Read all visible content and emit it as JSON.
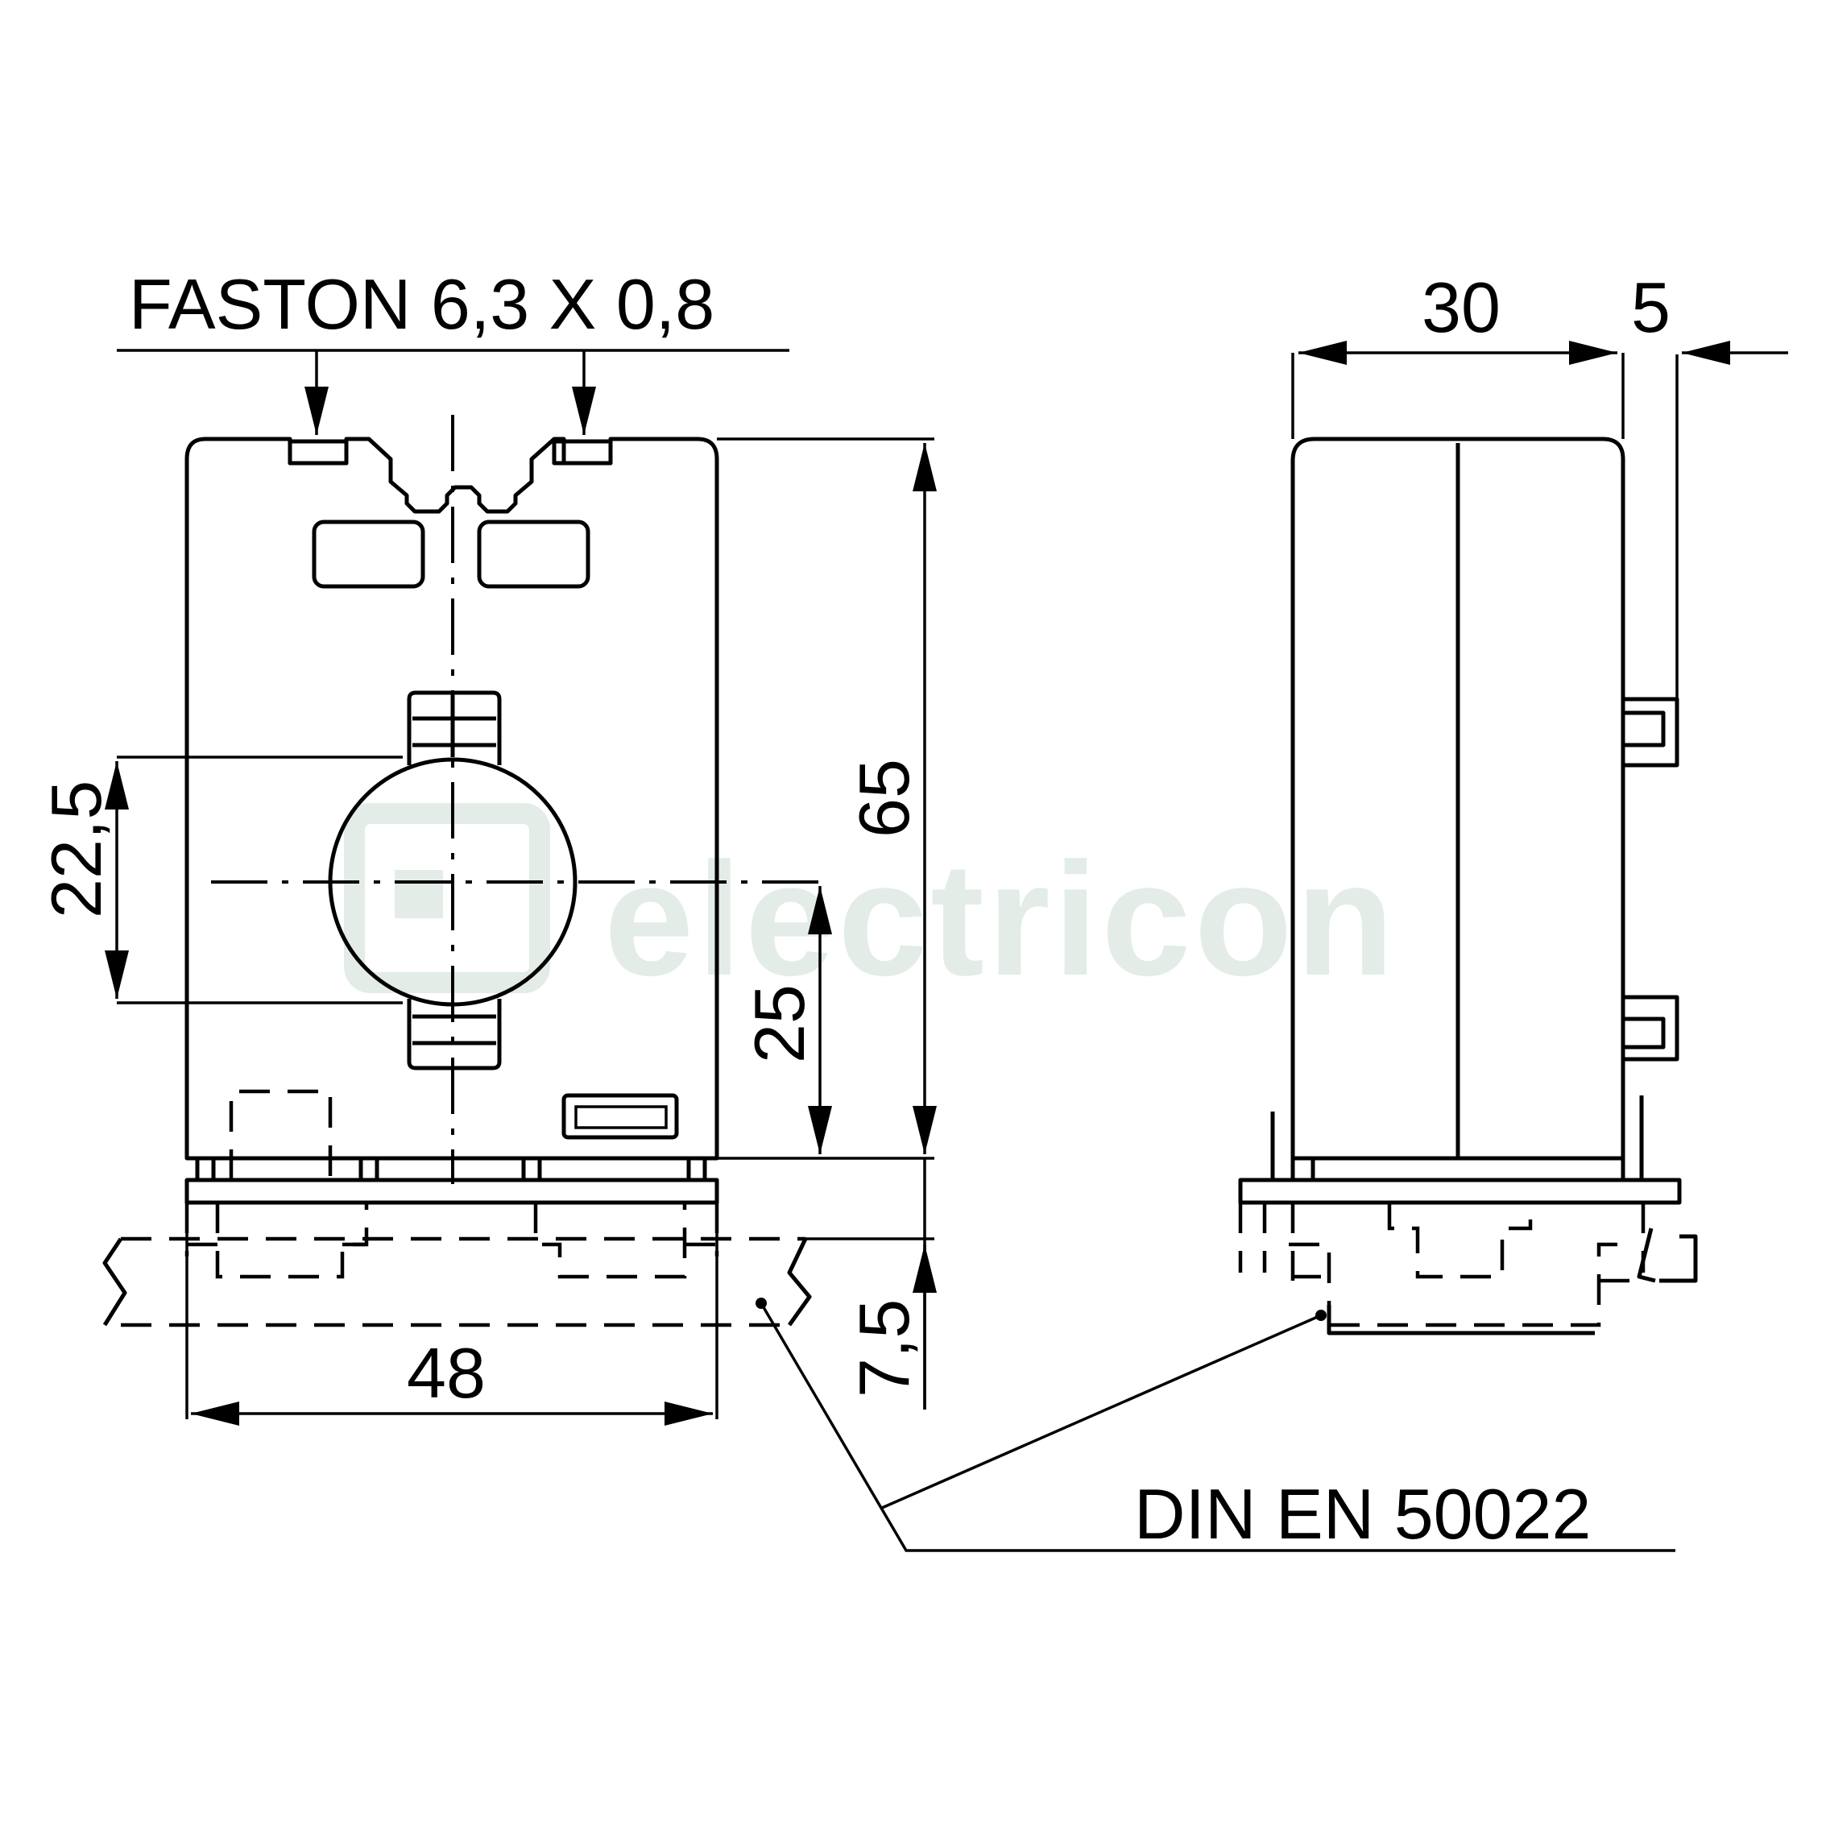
{
  "labels": {
    "faston": "FASTON 6,3 X 0,8",
    "width_front": "48",
    "height_total": "65",
    "hole_diameter": "22,5",
    "hole_center_height": "25",
    "rail_height": "7,5",
    "depth_side": "30",
    "clip_depth": "5",
    "rail_standard": "DIN EN 50022"
  },
  "watermark": {
    "text": "electricon",
    "color": "#e3ece6"
  },
  "colors": {
    "line": "#000000",
    "background": "#ffffff"
  }
}
